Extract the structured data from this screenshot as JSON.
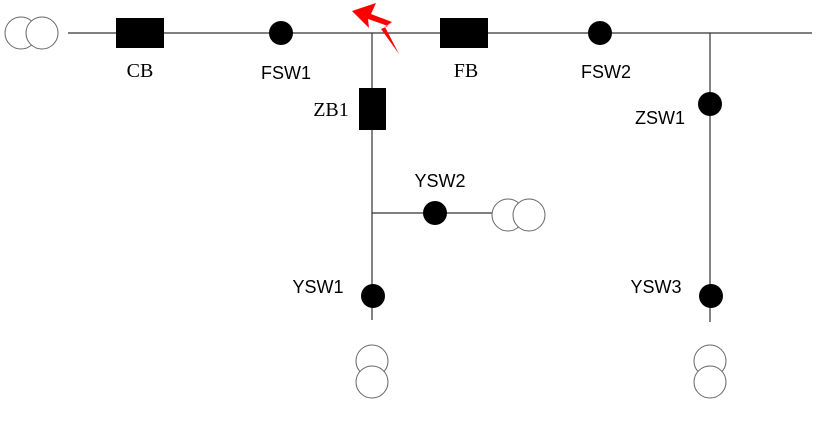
{
  "labels": {
    "cb": "CB",
    "fsw1": "FSW1",
    "fb": "FB",
    "fsw2": "FSW2",
    "zb1": "ZB1",
    "zsw1": "ZSW1",
    "ysw2": "YSW2",
    "ysw1": "YSW1",
    "ysw3": "YSW3"
  },
  "colors": {
    "fault": "#ff0000",
    "device": "#000000",
    "wire": "#333333",
    "transformer": "#666666"
  }
}
